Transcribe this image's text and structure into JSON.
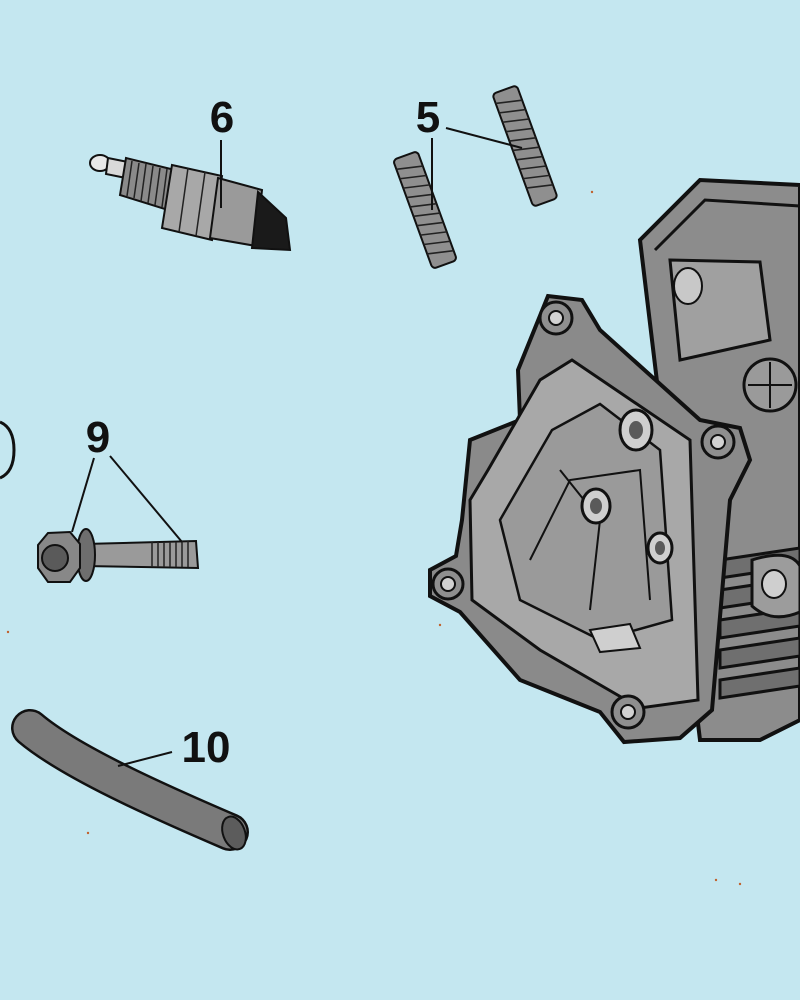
{
  "diagram": {
    "background_color": "#c4e7f0",
    "line_color": "#111111",
    "part_fill_color": "#7a7a7a",
    "callouts": {
      "spark_plug": "6",
      "studs": "5",
      "flange_bolt": "9",
      "breather_tube": "10"
    },
    "parts": [
      {
        "callout": "6",
        "icon": "spark-plug-icon"
      },
      {
        "callout": "5",
        "icon": "stud-bolt-icon"
      },
      {
        "callout": "9",
        "icon": "flange-bolt-icon"
      },
      {
        "callout": "10",
        "icon": "breather-tube-icon"
      },
      {
        "callout": "",
        "icon": "cylinder-head-icon"
      }
    ]
  }
}
